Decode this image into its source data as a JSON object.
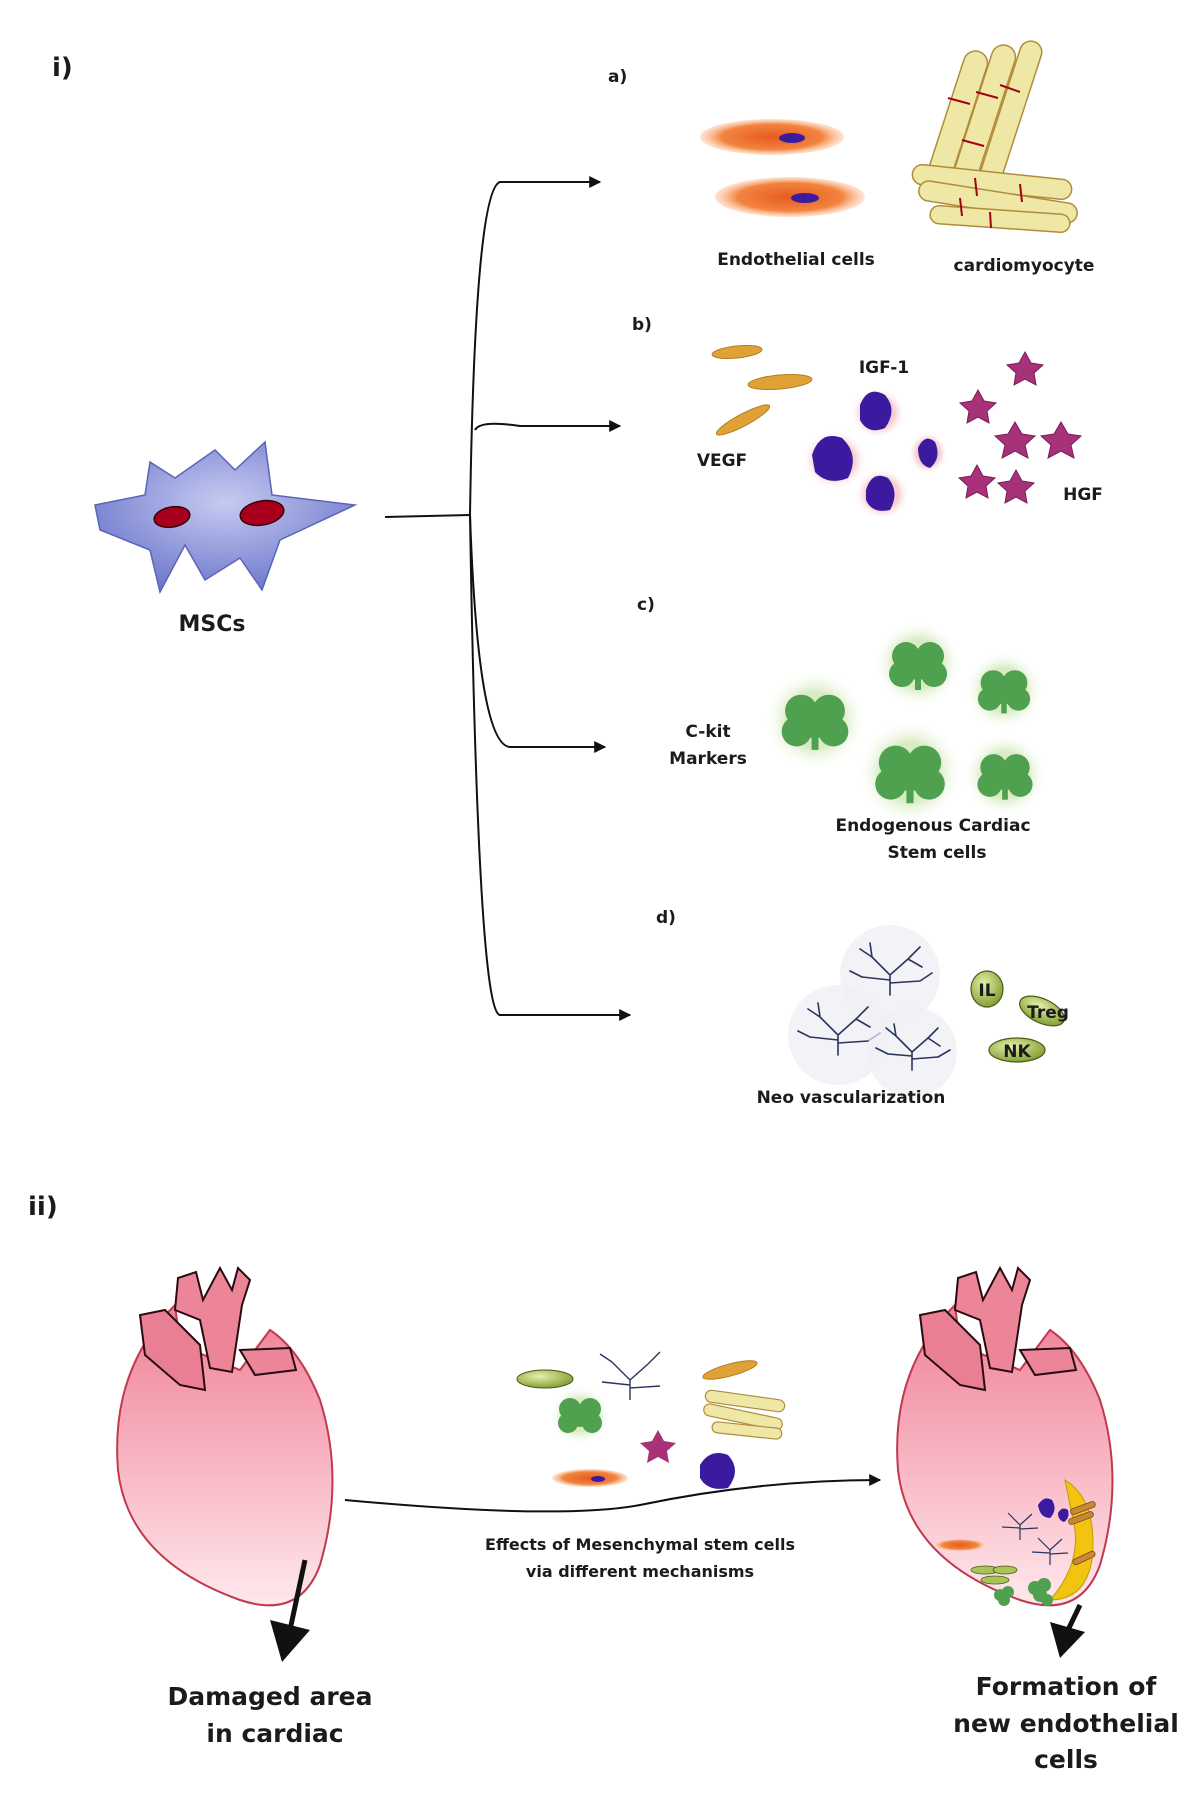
{
  "section_i": "i)",
  "section_ii": "ii)",
  "msc_label": "MSCs",
  "panel_a": {
    "tag": "a)",
    "left_label": "Endothelial cells",
    "right_label": "cardiomyocyte"
  },
  "panel_b": {
    "tag": "b)",
    "vegf": "VEGF",
    "igf": "IGF-1",
    "hgf": "HGF"
  },
  "panel_c": {
    "tag": "c)",
    "ckit_line1": "C-kit",
    "ckit_line2": "Markers",
    "ecsc_line1": "Endogenous Cardiac",
    "ecsc_line2": "Stem cells"
  },
  "panel_d": {
    "tag": "d)",
    "il": "IL",
    "treg": "Treg",
    "nk": "NK",
    "neo": "Neo vascularization"
  },
  "bottom": {
    "damaged_line1": "Damaged area",
    "damaged_line2": "in cardiac",
    "effects_line1": "Effects of Mesenchymal stem cells",
    "effects_line2": "via different mechanisms",
    "formation_line1": "Formation of",
    "formation_line2": "new endothelial",
    "formation_line3": "cells"
  },
  "colors": {
    "msc": "#8a93d8",
    "nucleus": "#a8001c",
    "endothelial": "#f07a3a",
    "cardio": "#efe7a6",
    "growth_factor": "#e0a236",
    "igf": "#3b1aa0",
    "hgf": "#a8327a",
    "stem": "#4fa04f",
    "immune": "#a9c25a",
    "heart": "#f1a5b4"
  }
}
